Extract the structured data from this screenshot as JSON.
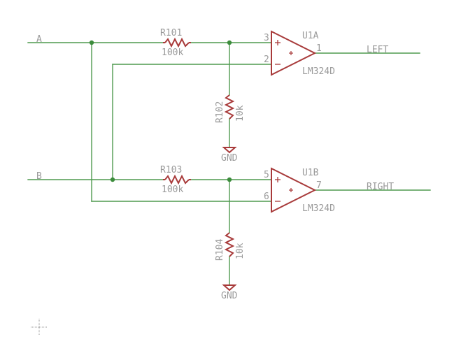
{
  "schematic": {
    "colors": {
      "wire": "#4f9a4f",
      "part": "#a83a3a",
      "label": "#9a9a9a",
      "background": "#ffffff"
    },
    "inputs": {
      "a": "A",
      "b": "B"
    },
    "outputs": {
      "left": "LEFT",
      "right": "RIGHT"
    },
    "resistors": {
      "r101": {
        "name": "R101",
        "value": "100k"
      },
      "r102": {
        "name": "R102",
        "value": "10k"
      },
      "r103": {
        "name": "R103",
        "value": "100k"
      },
      "r104": {
        "name": "R104",
        "value": "10k"
      }
    },
    "opamps": {
      "u1a": {
        "name": "U1A",
        "part": "LM324D",
        "pin_noninverting": "3",
        "pin_inverting": "2",
        "pin_output": "1",
        "plus_symbol": "+",
        "minus_symbol": "−",
        "output_plus": "+"
      },
      "u1b": {
        "name": "U1B",
        "part": "LM324D",
        "pin_noninverting": "5",
        "pin_inverting": "6",
        "pin_output": "7",
        "plus_symbol": "+",
        "minus_symbol": "−",
        "output_plus": "+"
      }
    },
    "ground": {
      "top": "GND",
      "bottom": "GND"
    }
  }
}
